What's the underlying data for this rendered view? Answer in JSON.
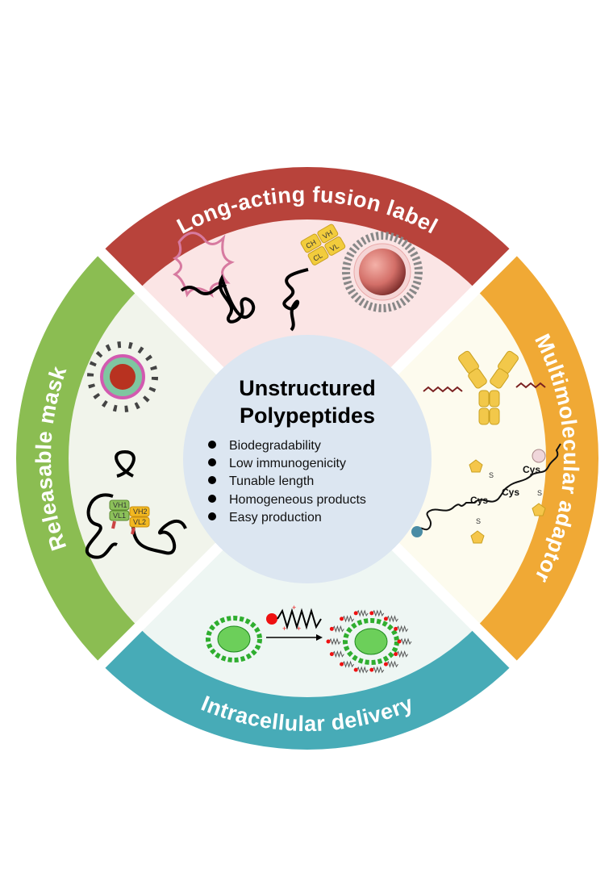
{
  "center": {
    "title_line1": "Unstructured",
    "title_line2": "Polypeptides",
    "bullets": [
      "Biodegradability",
      "Low immunogenicity",
      "Tunable length",
      "Homogeneous products",
      "Easy production"
    ]
  },
  "quadrants": {
    "top": {
      "label": "Long-acting fusion label",
      "color": "#b8433b",
      "bg": "#fbe5e5"
    },
    "right": {
      "label": "Multimolecular adaptor",
      "color": "#f0a935",
      "bg": "#fdfbee"
    },
    "bottom": {
      "label": "Intracellular delivery",
      "color": "#47abb7",
      "bg": "#eef6f3"
    },
    "left": {
      "label": "Releasable mask",
      "color": "#8bbd52",
      "bg": "#f1f4eb"
    }
  },
  "molecules": {
    "fusion_domains": [
      "CH",
      "VH",
      "CL",
      "VL"
    ],
    "mask_domains": [
      "VH1",
      "VL1",
      "VH2",
      "VL2"
    ],
    "adaptor": {
      "cys": "Cys",
      "s": "S"
    },
    "delivery": {
      "charge": "+"
    }
  }
}
